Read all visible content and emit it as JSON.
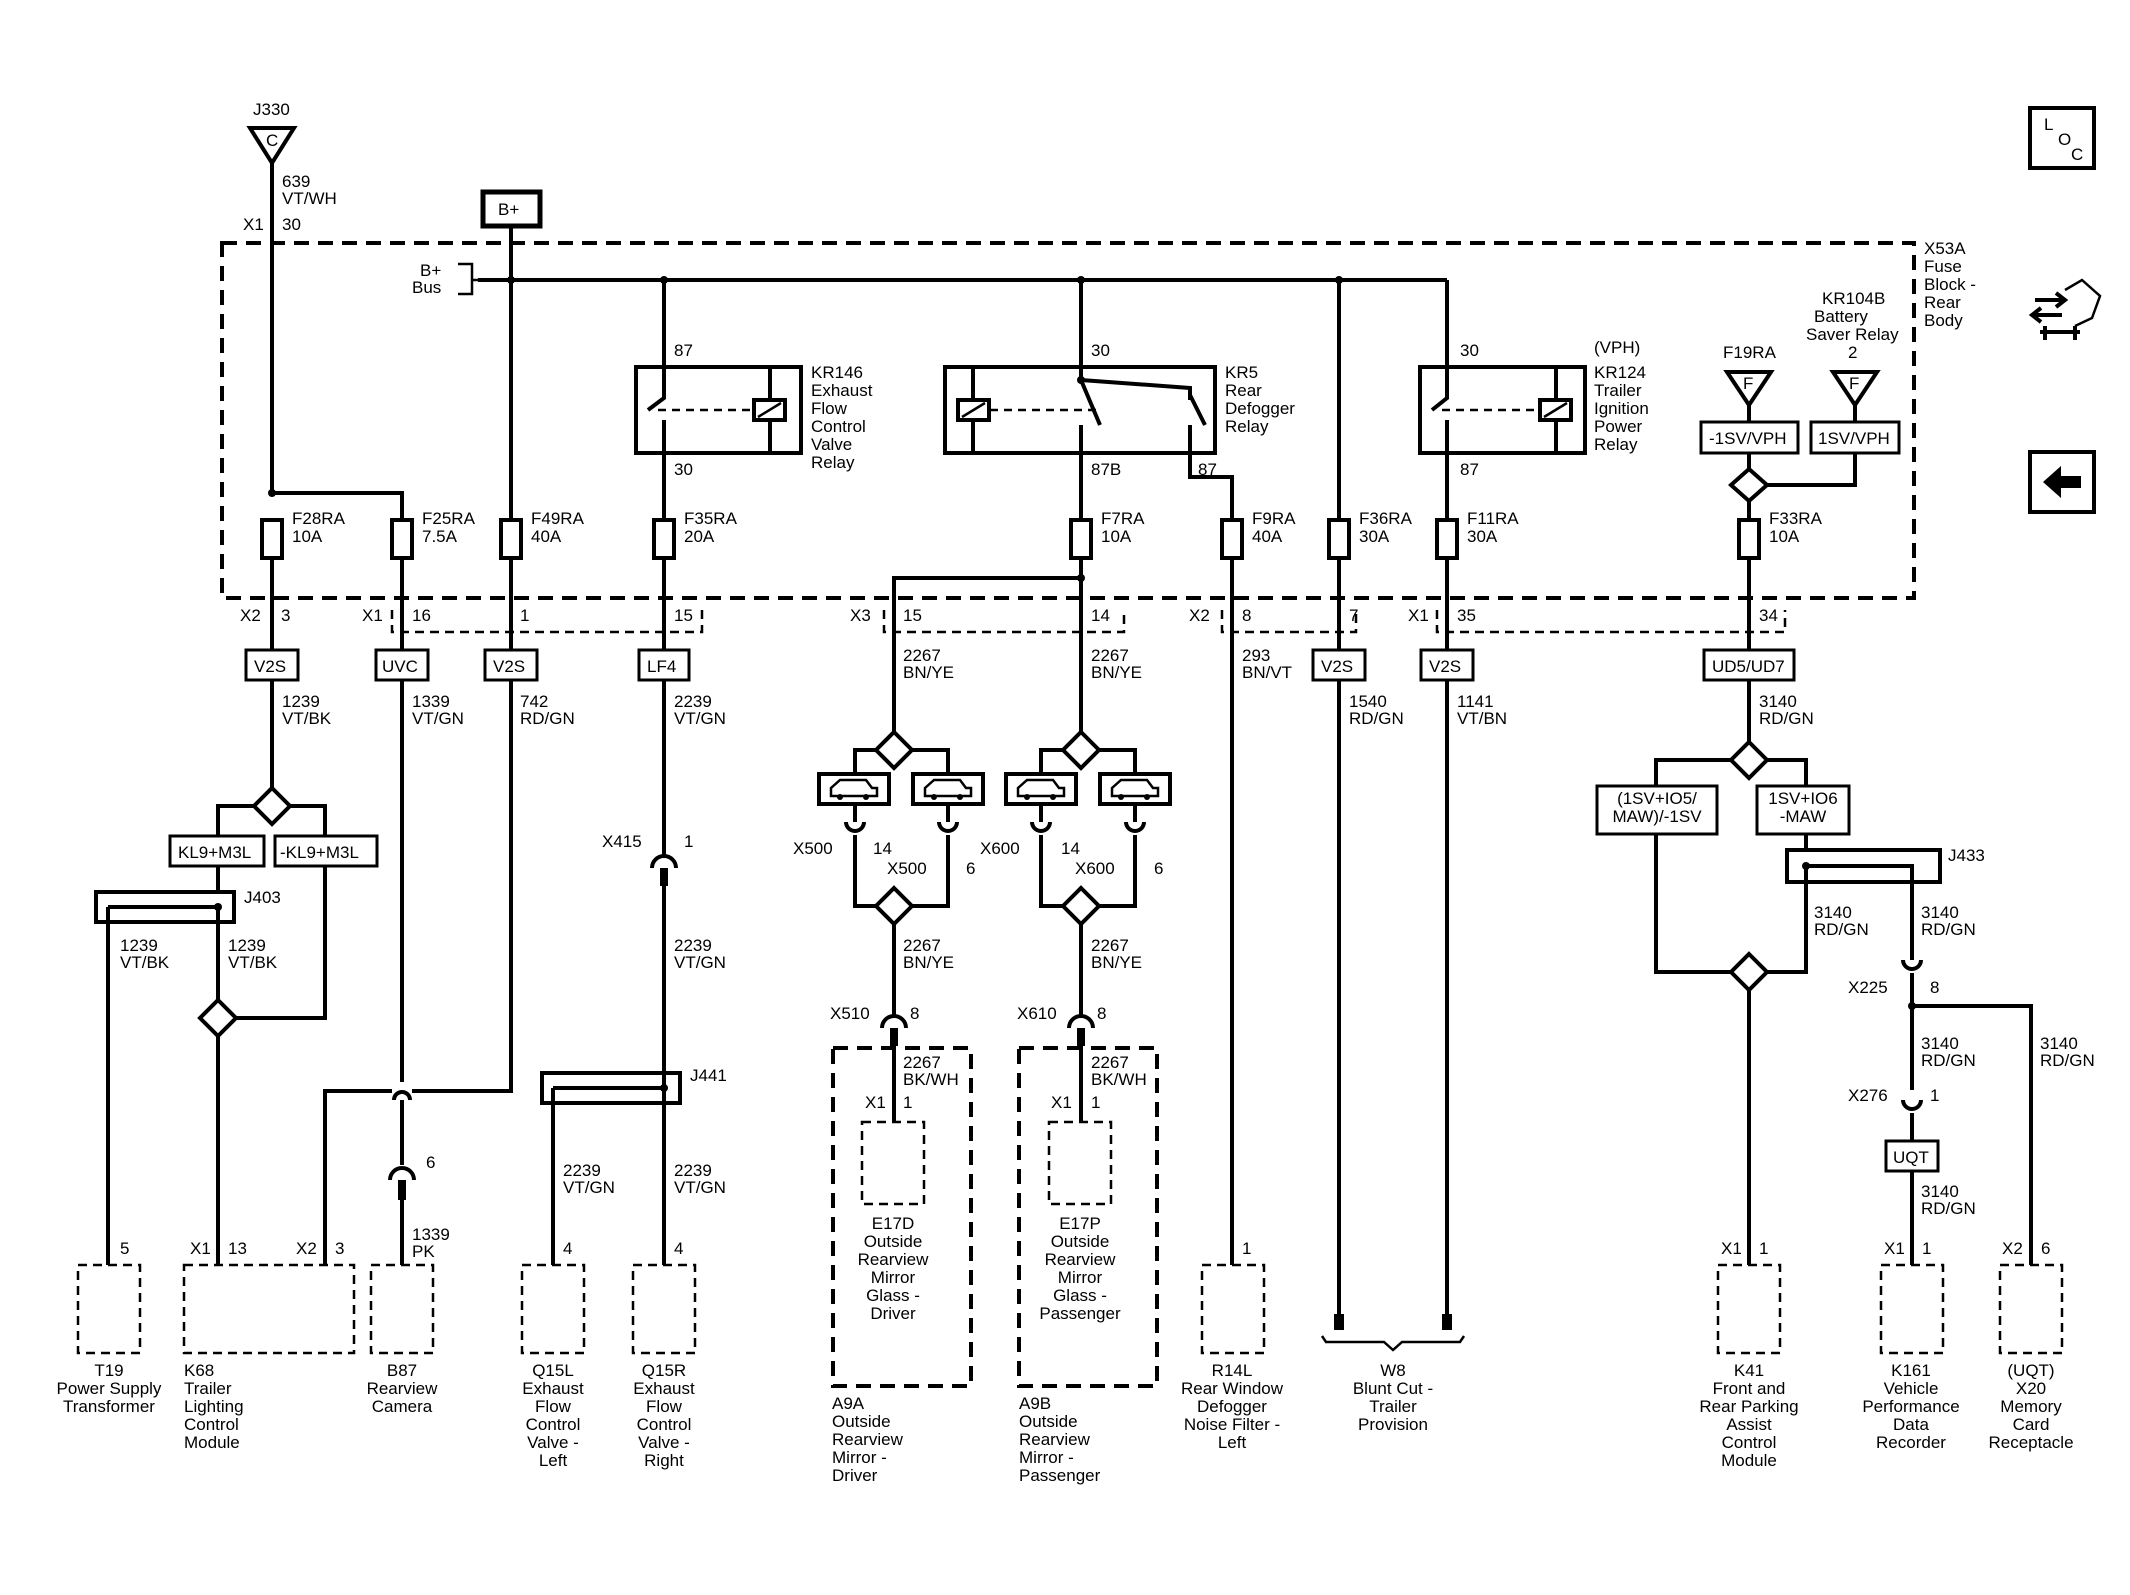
{
  "connectors": {
    "j330": {
      "name": "J330",
      "letter": "C"
    },
    "b_plus": "B+",
    "b_plus_bus": [
      "B+",
      "Bus"
    ],
    "x53a": [
      "X53A",
      "Fuse",
      "Block -",
      "Rear",
      "Body"
    ],
    "j403": "J403",
    "j441": "J441",
    "j433": "J433",
    "x415": {
      "name": "X415",
      "pin": "1"
    },
    "x500a": {
      "name": "X500",
      "pin": "14"
    },
    "x500b": {
      "name": "X500",
      "pin": "6"
    },
    "x600a": {
      "name": "X600",
      "pin": "14"
    },
    "x600b": {
      "name": "X600",
      "pin": "6"
    },
    "x510": {
      "name": "X510",
      "pin": "8"
    },
    "x610": {
      "name": "X610",
      "pin": "8"
    },
    "x225": {
      "name": "X225",
      "pin": "8"
    },
    "x276": {
      "name": "X276",
      "pin": "1"
    }
  },
  "wires": {
    "w639": [
      "639",
      "VT/WH"
    ],
    "w1239a": [
      "1239",
      "VT/BK"
    ],
    "w1239b": [
      "1239",
      "VT/BK"
    ],
    "w1239c": [
      "1239",
      "VT/BK"
    ],
    "w1339": [
      "1339",
      "VT/GN"
    ],
    "w1339pk": [
      "1339",
      "PK"
    ],
    "w742": [
      "742",
      "RD/GN"
    ],
    "w2239a": [
      "2239",
      "VT/GN"
    ],
    "w2239b": [
      "2239",
      "VT/GN"
    ],
    "w2239c": [
      "2239",
      "VT/GN"
    ],
    "w2239d": [
      "2239",
      "VT/GN"
    ],
    "w2267a": [
      "2267",
      "BN/YE"
    ],
    "w2267b": [
      "2267",
      "BN/YE"
    ],
    "w2267c": [
      "2267",
      "BN/YE"
    ],
    "w2267d": [
      "2267",
      "BN/YE"
    ],
    "w2267e": [
      "2267",
      "BK/WH"
    ],
    "w2267f": [
      "2267",
      "BK/WH"
    ],
    "w293": [
      "293",
      "BN/VT"
    ],
    "w1540": [
      "1540",
      "RD/GN"
    ],
    "w1141": [
      "1141",
      "VT/BN"
    ],
    "w3140a": [
      "3140",
      "RD/GN"
    ],
    "w3140b": [
      "3140",
      "RD/GN"
    ],
    "w3140c": [
      "3140",
      "RD/GN"
    ],
    "w3140d": [
      "3140",
      "RD/GN"
    ],
    "w3140e": [
      "3140",
      "RD/GN"
    ],
    "w3140f": [
      "3140",
      "RD/GN"
    ]
  },
  "fuses": [
    {
      "name": "F28RA",
      "rating": "10A"
    },
    {
      "name": "F25RA",
      "rating": "7.5A"
    },
    {
      "name": "F49RA",
      "rating": "40A"
    },
    {
      "name": "F35RA",
      "rating": "20A"
    },
    {
      "name": "F7RA",
      "rating": "10A"
    },
    {
      "name": "F9RA",
      "rating": "40A"
    },
    {
      "name": "F36RA",
      "rating": "30A"
    },
    {
      "name": "F11RA",
      "rating": "30A"
    },
    {
      "name": "F33RA",
      "rating": "10A"
    }
  ],
  "relays": {
    "kr146": {
      "label": [
        "KR146",
        "Exhaust",
        "Flow",
        "Control",
        "Valve",
        "Relay"
      ],
      "pin_in": "87",
      "pin_out": "30"
    },
    "kr5": {
      "label": [
        "KR5",
        "Rear",
        "Defogger",
        "Relay"
      ],
      "pin_in": "30",
      "pin_out_a": "87B",
      "pin_out_b": "87"
    },
    "kr124": {
      "label": [
        "KR124",
        "Trailer",
        "Ignition",
        "Power",
        "Relay"
      ],
      "pin_in": "30",
      "pin_out": "87",
      "vph": "(VPH)"
    },
    "kr104b": {
      "label": [
        "KR104B",
        "Battery",
        "Saver Relay"
      ],
      "pin": "2"
    }
  },
  "supplies": {
    "f19ra": "F19RA",
    "f_letter": "F",
    "neg_1sv_vph": "-1SV/VPH",
    "pos_1sv_vph": "1SV/VPH"
  },
  "pins": {
    "x1": "X1",
    "x2": "X2",
    "x3": "X3",
    "p30": "30",
    "p3": "3",
    "p16": "16",
    "p1": "1",
    "p15": "15",
    "p14": "14",
    "p8": "8",
    "p7": "7",
    "p35": "35",
    "p34": "34",
    "p5": "5",
    "p13": "13",
    "p6": "6",
    "p4": "4"
  },
  "modes": {
    "v2s": "V2S",
    "uvc": "UVC",
    "lf4": "LF4",
    "ud5": "UD5/UD7",
    "kl9": "KL9+M3L",
    "nkl9": "-KL9+M3L",
    "io5": [
      "(1SV+IO5/",
      "MAW)/-1SV"
    ],
    "io6": [
      "1SV+IO6",
      "-MAW"
    ],
    "uqt": "UQT"
  },
  "components": {
    "t19": [
      "T19",
      "Power Supply",
      "Transformer"
    ],
    "k68": [
      "K68",
      "Trailer",
      "Lighting",
      "Control",
      "Module"
    ],
    "b87": [
      "B87",
      "Rearview",
      "Camera"
    ],
    "q15l": [
      "Q15L",
      "Exhaust",
      "Flow",
      "Control",
      "Valve -",
      "Left"
    ],
    "q15r": [
      "Q15R",
      "Exhaust",
      "Flow",
      "Control",
      "Valve -",
      "Right"
    ],
    "e17d": [
      "E17D",
      "Outside",
      "Rearview",
      "Mirror",
      "Glass -",
      "Driver"
    ],
    "e17p": [
      "E17P",
      "Outside",
      "Rearview",
      "Mirror",
      "Glass -",
      "Passenger"
    ],
    "a9a": [
      "A9A",
      "Outside",
      "Rearview",
      "Mirror -",
      "Driver"
    ],
    "a9b": [
      "A9B",
      "Outside",
      "Rearview",
      "Mirror -",
      "Passenger"
    ],
    "r14l": [
      "R14L",
      "Rear Window",
      "Defogger",
      "Noise Filter -",
      "Left"
    ],
    "w8": [
      "W8",
      "Blunt Cut -",
      "Trailer",
      "Provision"
    ],
    "k41": [
      "K41",
      "Front and",
      "Rear Parking",
      "Assist",
      "Control",
      "Module"
    ],
    "k161": [
      "K161",
      "Vehicle",
      "Performance",
      "Data",
      "Recorder"
    ],
    "x20": [
      "(UQT)",
      "X20",
      "Memory",
      "Card",
      "Receptacle"
    ]
  },
  "nav": {
    "loc": [
      "L",
      "O",
      "C"
    ]
  }
}
